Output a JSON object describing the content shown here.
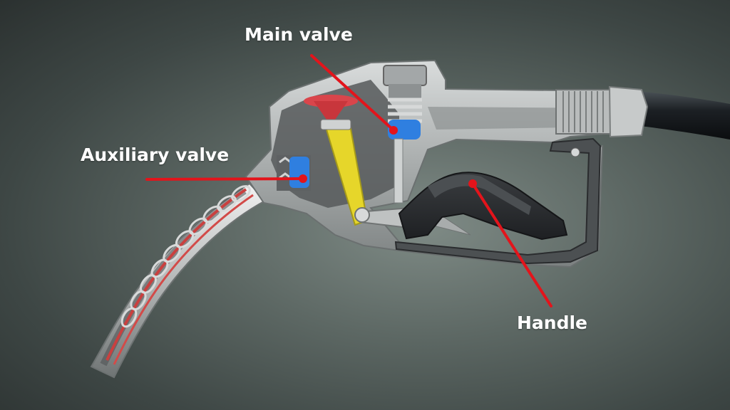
{
  "labels": {
    "main_valve": "Main valve",
    "auxiliary_valve": "Auxiliary valve",
    "handle": "Handle"
  },
  "colors": {
    "pointer": "#e3141b",
    "label_text": "#ffffff",
    "valve_blue": "#2f7fe0",
    "poppet_red": "#d9454b",
    "stem_yellow": "#e6d62a"
  }
}
